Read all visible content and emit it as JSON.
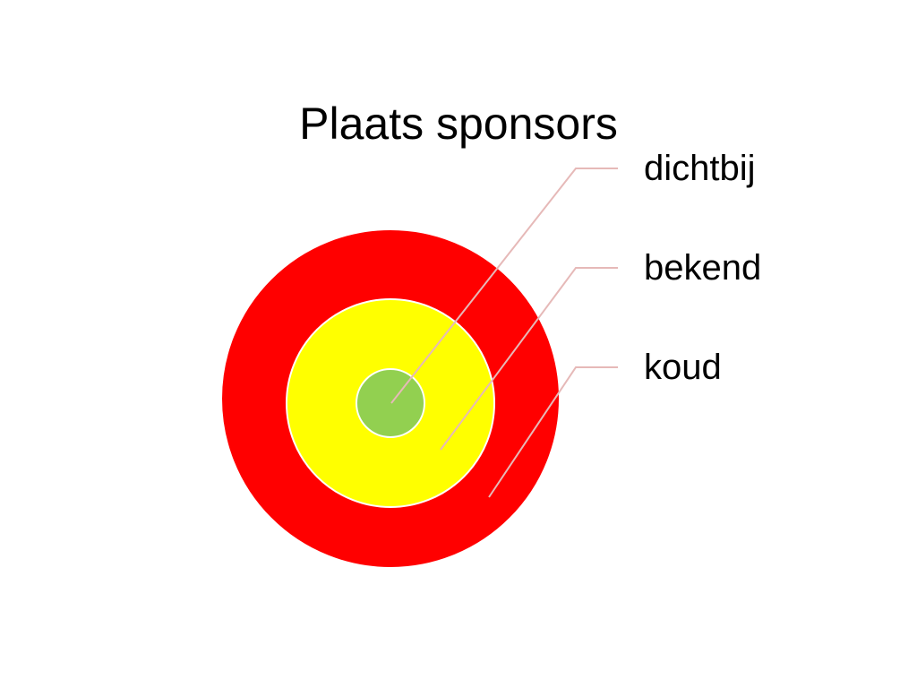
{
  "slide": {
    "title": "Plaats sponsors"
  },
  "rings": [
    {
      "label": "dichtbij",
      "color": "#92D050"
    },
    {
      "label": "bekend",
      "color": "#FFFF00"
    },
    {
      "label": "koud",
      "color": "#FF0000"
    }
  ],
  "colors": {
    "callout_line": "#E6B9B8",
    "ring_border": "#FFFFFF"
  }
}
